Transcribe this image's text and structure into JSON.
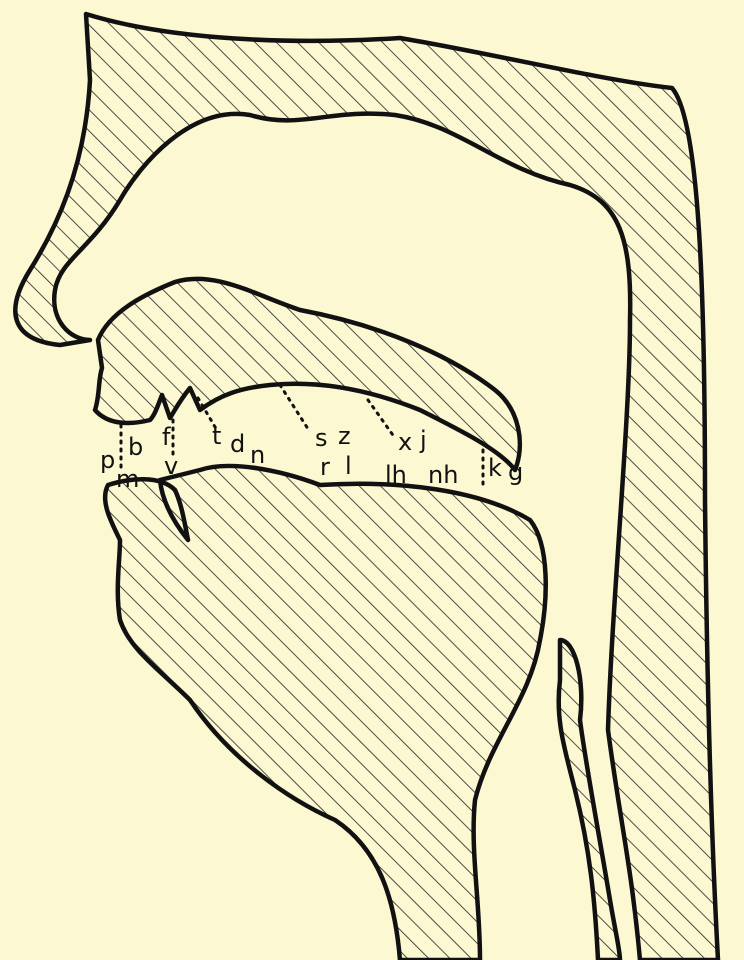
{
  "labels": {
    "p": "p",
    "b": "b",
    "m": "m",
    "f": "f",
    "v": "v",
    "t": "t",
    "d": "d",
    "n": "n",
    "s": "s",
    "z": "z",
    "r": "r",
    "l": "l",
    "x": "x",
    "j": "j",
    "lh": "lh",
    "nh": "nh",
    "k": "k",
    "g": "g"
  },
  "colors": {
    "paper": "#fbf8d2",
    "ink": "#111111"
  }
}
